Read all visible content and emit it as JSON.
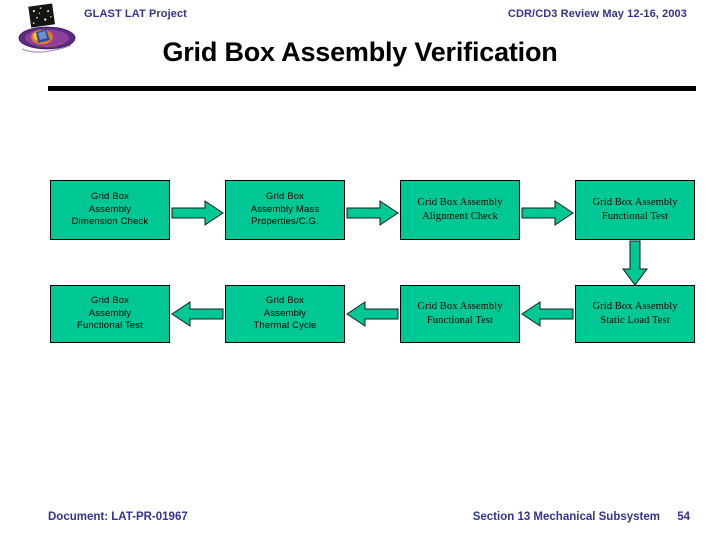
{
  "header": {
    "project_label": "GLAST LAT Project",
    "review_label": "CDR/CD3 Review May 12-16, 2003",
    "logo_name": "glast-mission-logo"
  },
  "slide": {
    "title": "Grid Box Assembly Verification"
  },
  "flow": {
    "nodes": [
      {
        "id": "n1",
        "label": "Grid Box\nAssembly\nDimension Check",
        "font": "sans"
      },
      {
        "id": "n2",
        "label": "Grid Box\nAssembly Mass\nProperties/C.G.",
        "font": "sans"
      },
      {
        "id": "n3",
        "label": "Grid Box Assembly\nAlignment Check",
        "font": "serif"
      },
      {
        "id": "n4",
        "label": "Grid Box Assembly\nFunctional Test",
        "font": "serif"
      },
      {
        "id": "n5",
        "label": "Grid Box\nAssembly\nFunctional Test",
        "font": "sans"
      },
      {
        "id": "n6",
        "label": "Grid Box\nAssembly\nThermal Cycle",
        "font": "sans"
      },
      {
        "id": "n7",
        "label": "Grid Box Assembly\nFunctional Test",
        "font": "serif"
      },
      {
        "id": "n8",
        "label": "Grid Box Assembly\nStatic Load Test",
        "font": "serif"
      }
    ],
    "connectors": [
      {
        "id": "a1",
        "direction": "right",
        "from": "n1",
        "to": "n2"
      },
      {
        "id": "a2",
        "direction": "right",
        "from": "n2",
        "to": "n3"
      },
      {
        "id": "a3",
        "direction": "right",
        "from": "n3",
        "to": "n4"
      },
      {
        "id": "a4",
        "direction": "down",
        "from": "n4",
        "to": "n8"
      },
      {
        "id": "a5",
        "direction": "left",
        "from": "n8",
        "to": "n7"
      },
      {
        "id": "a6",
        "direction": "left",
        "from": "n7",
        "to": "n6"
      },
      {
        "id": "a7",
        "direction": "left",
        "from": "n6",
        "to": "n5"
      }
    ],
    "colors": {
      "node_fill": "#00c894",
      "node_border": "#000000",
      "arrow_fill": "#00c894",
      "arrow_border": "#1a1a1a"
    }
  },
  "footer": {
    "document_label": "Document:  LAT-PR-01967",
    "section_label": "Section 13  Mechanical Subsystem",
    "page_number": "54"
  },
  "theme": {
    "accent_blue": "#333399",
    "rule_color": "#000000",
    "background": "#ffffff"
  }
}
